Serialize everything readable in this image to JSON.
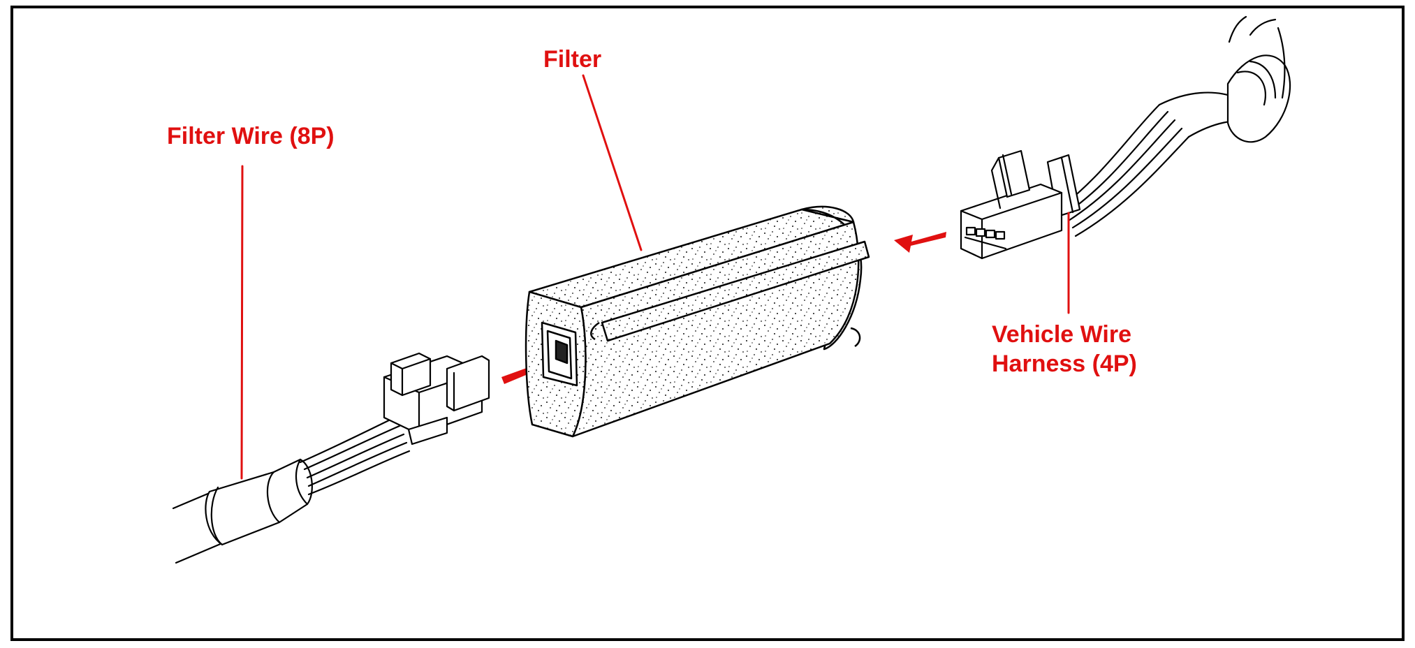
{
  "colors": {
    "label": "#e01010",
    "line": "#000000",
    "frame": "#000000",
    "background": "#ffffff"
  },
  "labels": {
    "filter": "Filter",
    "filter_wire": "Filter Wire (8P)",
    "vehicle_harness_line1": "Vehicle Wire",
    "vehicle_harness_line2": "Harness (4P)"
  },
  "icons": [
    "insert-arrow-left-icon",
    "insert-arrow-right-icon"
  ]
}
